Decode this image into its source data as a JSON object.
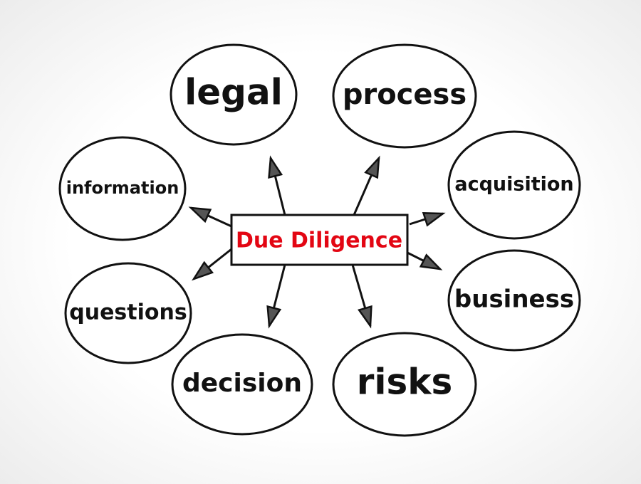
{
  "center": {
    "label": "Due Diligence",
    "color": "#e30613"
  },
  "nodes": [
    {
      "id": "legal",
      "label": "legal"
    },
    {
      "id": "process",
      "label": "process"
    },
    {
      "id": "acquisition",
      "label": "acquisition"
    },
    {
      "id": "business",
      "label": "business"
    },
    {
      "id": "risks",
      "label": "risks"
    },
    {
      "id": "decision",
      "label": "decision"
    },
    {
      "id": "questions",
      "label": "questions"
    },
    {
      "id": "information",
      "label": "information"
    }
  ],
  "stroke_color": "#111111"
}
